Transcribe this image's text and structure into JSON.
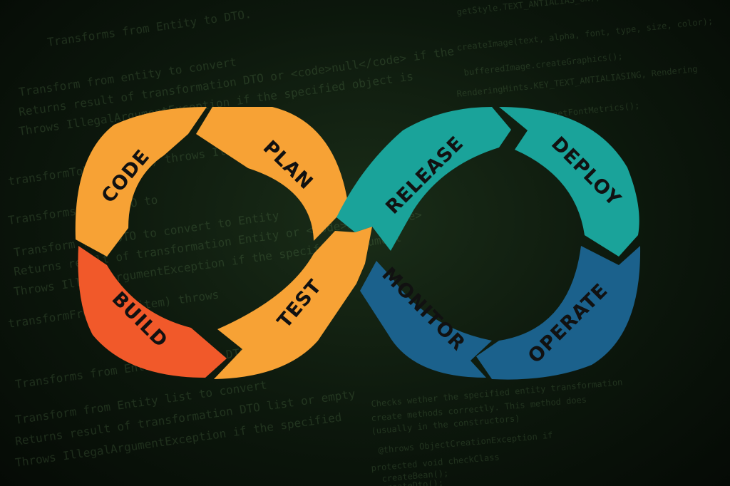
{
  "diagram": {
    "stages": [
      {
        "label": "PLAN",
        "color": "#F7A235"
      },
      {
        "label": "CODE",
        "color": "#F7A235"
      },
      {
        "label": "BUILD",
        "color": "#F1592A"
      },
      {
        "label": "TEST",
        "color": "#F7A235"
      },
      {
        "label": "RELEASE",
        "color": "#1AA39A"
      },
      {
        "label": "DEPLOY",
        "color": "#1AA39A"
      },
      {
        "label": "OPERATE",
        "color": "#1B618C"
      },
      {
        "label": "MONITOR",
        "color": "#1B618C"
      }
    ]
  },
  "background": {
    "code_lines": [
      "Transforms from Entity to DTO.",
      "Transform from entity to convert",
      "Returns result of transformation DTO or <code>null</code> if the",
      "Throws IllegalArgumentException if the specified object is",
      "transformToDto(V item) throws Illegal",
      "Transforms from DTO to",
      "Transform from DTO to convert to Entity",
      "Returns result of transformation Entity or <code>null</code>",
      "Throws IllegalArgumentException if the specified argument",
      "transformFromDto(V item) throws",
      "Transforms from Entity list to DTO list.",
      "Transform from Entity list to convert",
      "Returns result of transformation DTO list or empty",
      "Throws IllegalArgumentException if the specified",
      "getStyle.TEXT_ANTIALIAS_ON);",
      "createImage(text, alpha, font, type, size, color);",
      "bufferedImage.createGraphics();",
      "RenderingHints.KEY_TEXT_ANTIALIASING, Rendering",
      "g.getFontMetrics();",
      "Checks wether the specified entity transformation",
      "create methods correctly. This method does",
      "(usually in the constructors)",
      "@throws ObjectCreationException if",
      "protected void checkClass",
      "createBean();",
      "createDto();"
    ]
  }
}
